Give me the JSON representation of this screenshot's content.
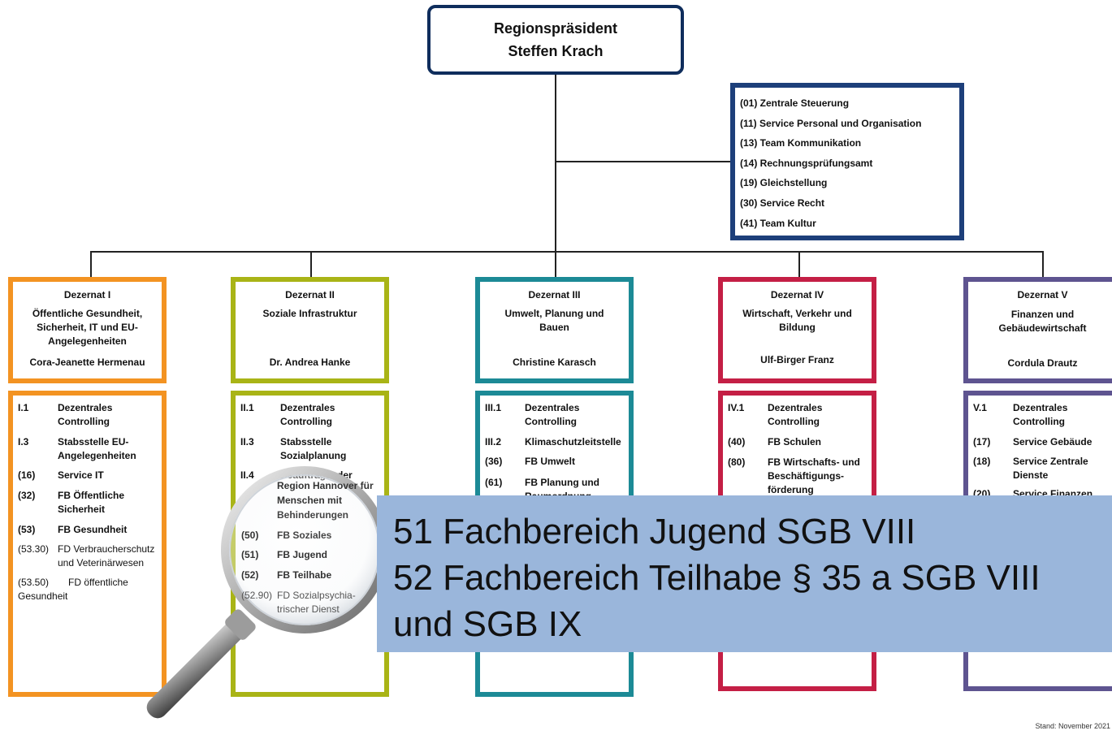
{
  "top": {
    "line1": "Regionspräsident",
    "line2": "Steffen Krach"
  },
  "staff": [
    "(01) Zentrale Steuerung",
    "(11) Service Personal und Organisation",
    "(13) Team Kommunikation",
    "(14) Rechnungsprüfungsamt",
    "(19) Gleichstellung",
    "(30) Service Recht",
    "(41) Team Kultur"
  ],
  "dezernate": [
    {
      "title": "Dezernat I",
      "subject": "Öffentliche Gesundheit, Sicherheit, IT und EU-Angelegenheiten",
      "head": "Cora-Jeanette Hermenau",
      "color": "#f39322"
    },
    {
      "title": "Dezernat II",
      "subject": "Soziale Infrastruktur",
      "head": "Dr. Andrea Hanke",
      "color": "#a9b416"
    },
    {
      "title": "Dezernat III",
      "subject": "Umwelt, Planung und Bauen",
      "head": "Christine Karasch",
      "color": "#1c8a96"
    },
    {
      "title": "Dezernat IV",
      "subject": "Wirtschaft, Verkehr und Bildung",
      "head": "Ulf-Birger Franz",
      "color": "#c41f45"
    },
    {
      "title": "Dezernat  V",
      "subject": "Finanzen und Gebäudewirtschaft",
      "head": "Cordula Drautz",
      "color": "#5e5490"
    }
  ],
  "units": {
    "d1": [
      {
        "code": "I.1",
        "label": "Dezentrales Controlling"
      },
      {
        "code": "I.3",
        "label": "Stabsstelle EU-Angelegenheiten"
      },
      {
        "code": "(16)",
        "label": "Service IT"
      },
      {
        "code": "(32)",
        "label": "FB Öffentliche Sicherheit"
      },
      {
        "code": "(53)",
        "label": "FB Gesundheit"
      },
      {
        "code": "(53.30)",
        "label": "FD Verbraucherschutz und Veterinärwesen"
      },
      {
        "code": "(53.50)",
        "label": "FD öffentliche Gesundheit"
      }
    ],
    "d2": [
      {
        "code": "II.1",
        "label": "Dezentrales Controlling"
      },
      {
        "code": "II.3",
        "label": "Stabsstelle Sozialplanung"
      },
      {
        "code": "II.4",
        "label": "Beauftragte der"
      }
    ],
    "d3": [
      {
        "code": "III.1",
        "label": "Dezentrales Controlling"
      },
      {
        "code": "III.2",
        "label": "Klimaschutzleitstelle"
      },
      {
        "code": "(36)",
        "label": "FB Umwelt"
      },
      {
        "code": "(61)",
        "label": "FB Planung und Raumordnung"
      }
    ],
    "d4": [
      {
        "code": "IV.1",
        "label": "Dezentrales Controlling"
      },
      {
        "code": "(40)",
        "label": "FB Schulen"
      },
      {
        "code": "(80)",
        "label": "FB Wirtschafts- und Beschäftigungs-förderung"
      }
    ],
    "d5": [
      {
        "code": "V.1",
        "label": "Dezentrales Controlling"
      },
      {
        "code": "(17)",
        "label": "Service Gebäude"
      },
      {
        "code": "(18)",
        "label": "Service Zentrale Dienste"
      },
      {
        "code": "(20)",
        "label": "Service Finanzen"
      }
    ]
  },
  "magnifier": {
    "behinderung_lines": [
      "Region Hannover für",
      "Menschen mit",
      "Behinderungen"
    ],
    "items": [
      {
        "code": "(50)",
        "label": "FB Soziales"
      },
      {
        "code": "(51)",
        "label": "FB Jugend"
      },
      {
        "code": "(52)",
        "label": "FB Teilhabe"
      },
      {
        "code": "(52.90)",
        "label": "FD Sozialpsychia-trischer Dienst"
      }
    ]
  },
  "overlay": {
    "line1": "51 Fachbereich Jugend SGB VIII",
    "line2": "52 Fachbereich Teilhabe § 35 a SGB VIII",
    "line3": "und SGB IX"
  },
  "footer": "Stand: November 2021"
}
